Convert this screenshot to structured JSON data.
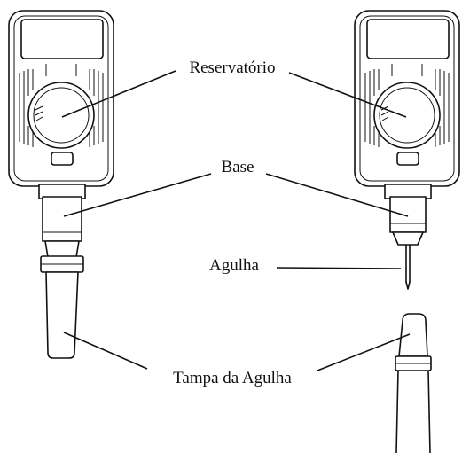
{
  "labels": {
    "reservoir": "Reservatório",
    "base": "Base",
    "needle": "Agulha",
    "needle_cap": "Tampa da Agulha"
  },
  "devices": [
    {
      "state": "needle cap attached"
    },
    {
      "state": "needle cap removed, needle exposed"
    }
  ]
}
